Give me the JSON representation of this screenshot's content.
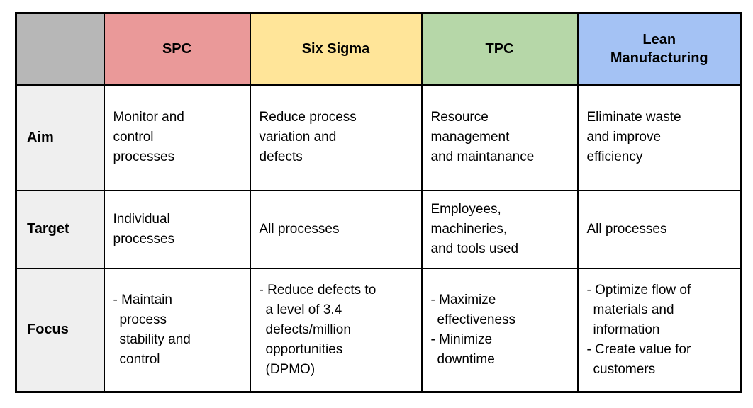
{
  "theme": {
    "page_bg": "#ffffff",
    "border_color": "#000000",
    "text_color": "#000000",
    "corner_bg": "#b7b7b7",
    "row_label_bg": "#efefef"
  },
  "table": {
    "headers": [
      {
        "key": "spc",
        "label": "SPC",
        "color": "#ea9999"
      },
      {
        "key": "six-sigma",
        "label": "Six Sigma",
        "color": "#ffe599"
      },
      {
        "key": "tpc",
        "label": "TPC",
        "color": "#b6d7a8"
      },
      {
        "key": "lean",
        "label": "Lean\nManufacturing",
        "color": "#a4c2f4"
      }
    ],
    "rows": [
      {
        "label": "Aim",
        "cells": [
          {
            "text": "Monitor and\ncontrol\nprocesses"
          },
          {
            "text": "Reduce process\nvariation and\ndefects"
          },
          {
            "text": "Resource\nmanagement\nand maintanance"
          },
          {
            "text": "Eliminate waste\nand improve\nefficiency"
          }
        ]
      },
      {
        "label": "Target",
        "cells": [
          {
            "text": "Individual\nprocesses"
          },
          {
            "text": "All processes"
          },
          {
            "text": "Employees,\nmachineries,\nand tools used"
          },
          {
            "text": "All processes"
          }
        ]
      },
      {
        "label": "Focus",
        "cells": [
          {
            "bullets": [
              "- Maintain\nprocess\nstability and\ncontrol"
            ]
          },
          {
            "bullets": [
              "- Reduce defects to\na level of 3.4\ndefects/million\nopportunities\n(DPMO)"
            ]
          },
          {
            "bullets": [
              "- Maximize\neffectiveness",
              "- Minimize\ndowntime"
            ]
          },
          {
            "bullets": [
              "- Optimize flow of\nmaterials and\ninformation",
              "- Create value for\ncustomers"
            ]
          }
        ]
      }
    ]
  }
}
